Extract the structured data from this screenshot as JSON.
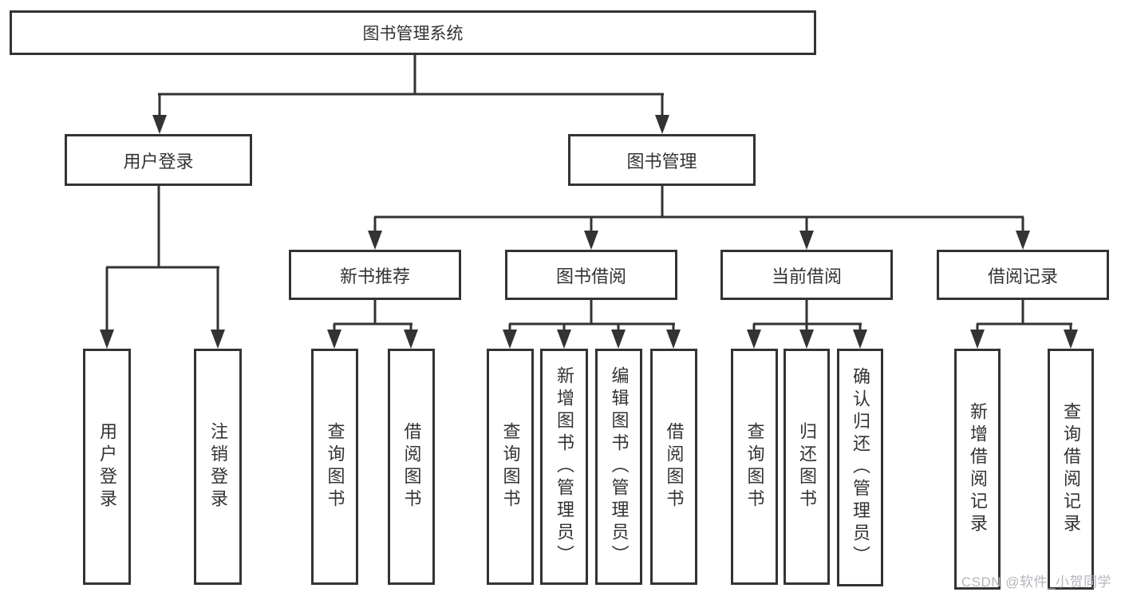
{
  "tree": {
    "root": {
      "label": "图书管理系统"
    },
    "branches": [
      {
        "label": "用户登录",
        "children": [
          {
            "label": "用户登录"
          },
          {
            "label": "注销登录"
          }
        ]
      },
      {
        "label": "图书管理",
        "sections": [
          {
            "label": "新书推荐",
            "children": [
              {
                "label": "查询图书"
              },
              {
                "label": "借阅图书"
              }
            ]
          },
          {
            "label": "图书借阅",
            "children": [
              {
                "label": "查询图书"
              },
              {
                "label": "新增图书（管理员）"
              },
              {
                "label": "编辑图书（管理员）"
              },
              {
                "label": "借阅图书"
              }
            ]
          },
          {
            "label": "当前借阅",
            "children": [
              {
                "label": "查询图书"
              },
              {
                "label": "归还图书"
              },
              {
                "label": "确认归还（管理员）"
              }
            ]
          },
          {
            "label": "借阅记录",
            "children": [
              {
                "label": "新增借阅记录"
              },
              {
                "label": "查询借阅记录"
              }
            ]
          }
        ]
      }
    ]
  },
  "watermark": {
    "text": "CSDN @软件_小贺同学"
  },
  "colors": {
    "line": "#333333",
    "box_border": "#333333",
    "text": "#333333",
    "background": "#ffffff",
    "watermark": "#b3b6bb"
  }
}
